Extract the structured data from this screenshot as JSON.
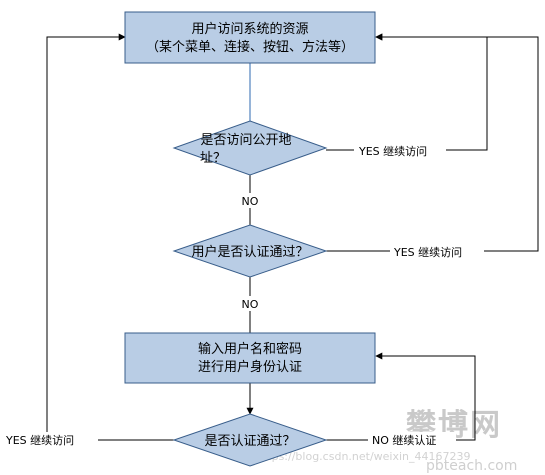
{
  "colors": {
    "node_fill": "#b9cde5",
    "node_stroke": "#385d8a",
    "line": "#000000",
    "node_connector": "#4f81bd"
  },
  "nodes": {
    "resource_box": {
      "line1": "用户访问系统的资源",
      "line2": "（某个菜单、连接、按钮、方法等）"
    },
    "public_check": {
      "line1": "是否访问公开地",
      "line2": "址？"
    },
    "auth_check": {
      "text": "用户是否认证通过？"
    },
    "login_box": {
      "line1": "输入用户名和密码",
      "line2": "进行用户身份认证"
    },
    "auth_pass_check": {
      "text": "是否认证通过？"
    }
  },
  "labels": {
    "public_yes": "YES  继续访问",
    "public_no": "NO",
    "auth_yes": "YES  继续访问",
    "auth_no": "NO",
    "pass_yes": "YES  继续访问",
    "pass_no": "NO  继续认证"
  },
  "watermark": {
    "brand": "攀博网",
    "site": "pbteach.com",
    "url": "https://blog.csdn.net/weixin_44167239"
  }
}
